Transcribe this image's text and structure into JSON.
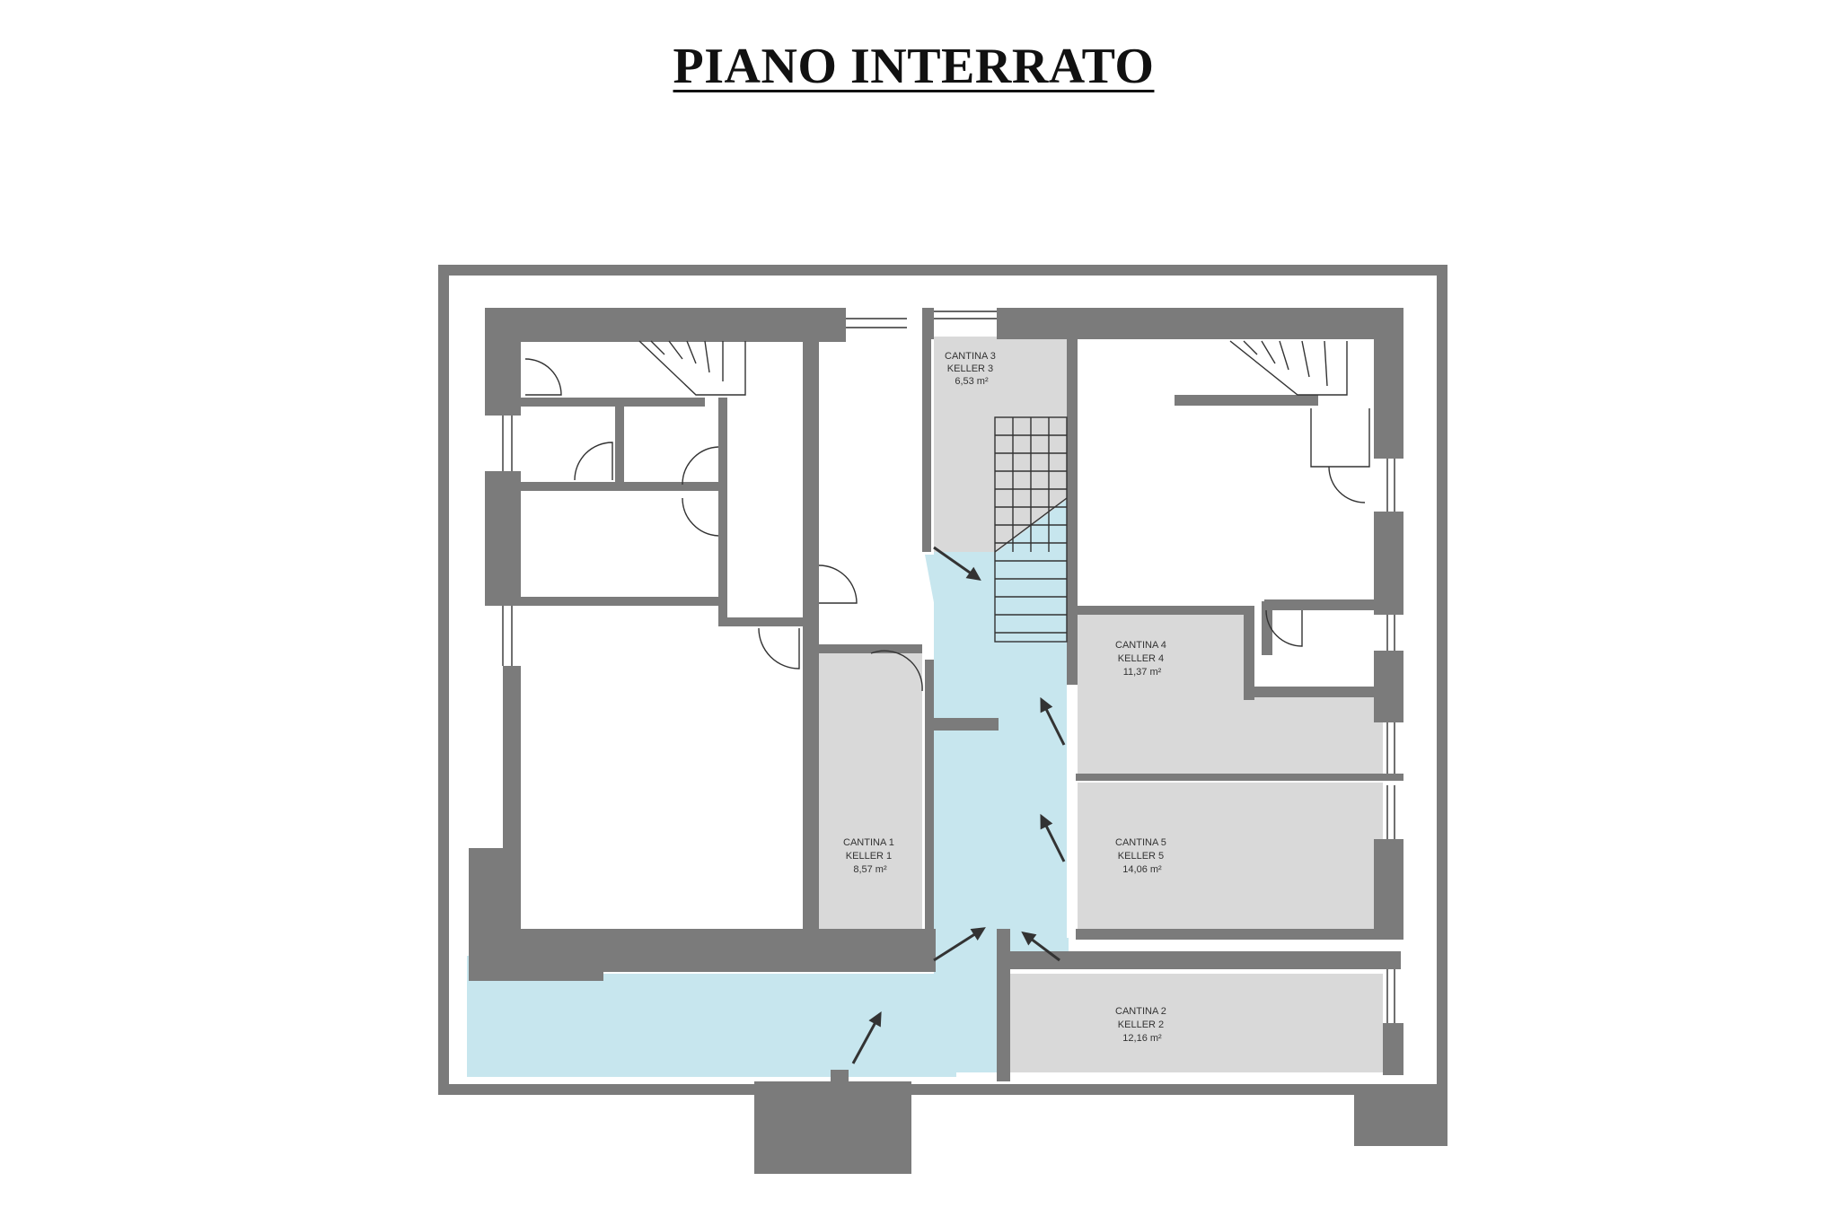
{
  "title": "PIANO INTERRATO",
  "colors": {
    "wall": "#7b7b7b",
    "cellar": "#d9d9d9",
    "corridor": "#c7e6ee",
    "line": "#333333",
    "background": "#ffffff"
  },
  "rooms": [
    {
      "id": "cantina-1",
      "lines": [
        "CANTINA 1",
        "KELLER 1",
        "8,57 m²"
      ]
    },
    {
      "id": "cantina-2",
      "lines": [
        "CANTINA 2",
        "KELLER 2",
        "12,16 m²"
      ]
    },
    {
      "id": "cantina-3",
      "lines": [
        "CANTINA 3",
        "KELLER 3",
        "6,53 m²"
      ]
    },
    {
      "id": "cantina-4",
      "lines": [
        "CANTINA 4",
        "KELLER 4",
        "11,37 m²"
      ]
    },
    {
      "id": "cantina-5",
      "lines": [
        "CANTINA 5",
        "KELLER 5",
        "14,06 m²"
      ]
    }
  ]
}
